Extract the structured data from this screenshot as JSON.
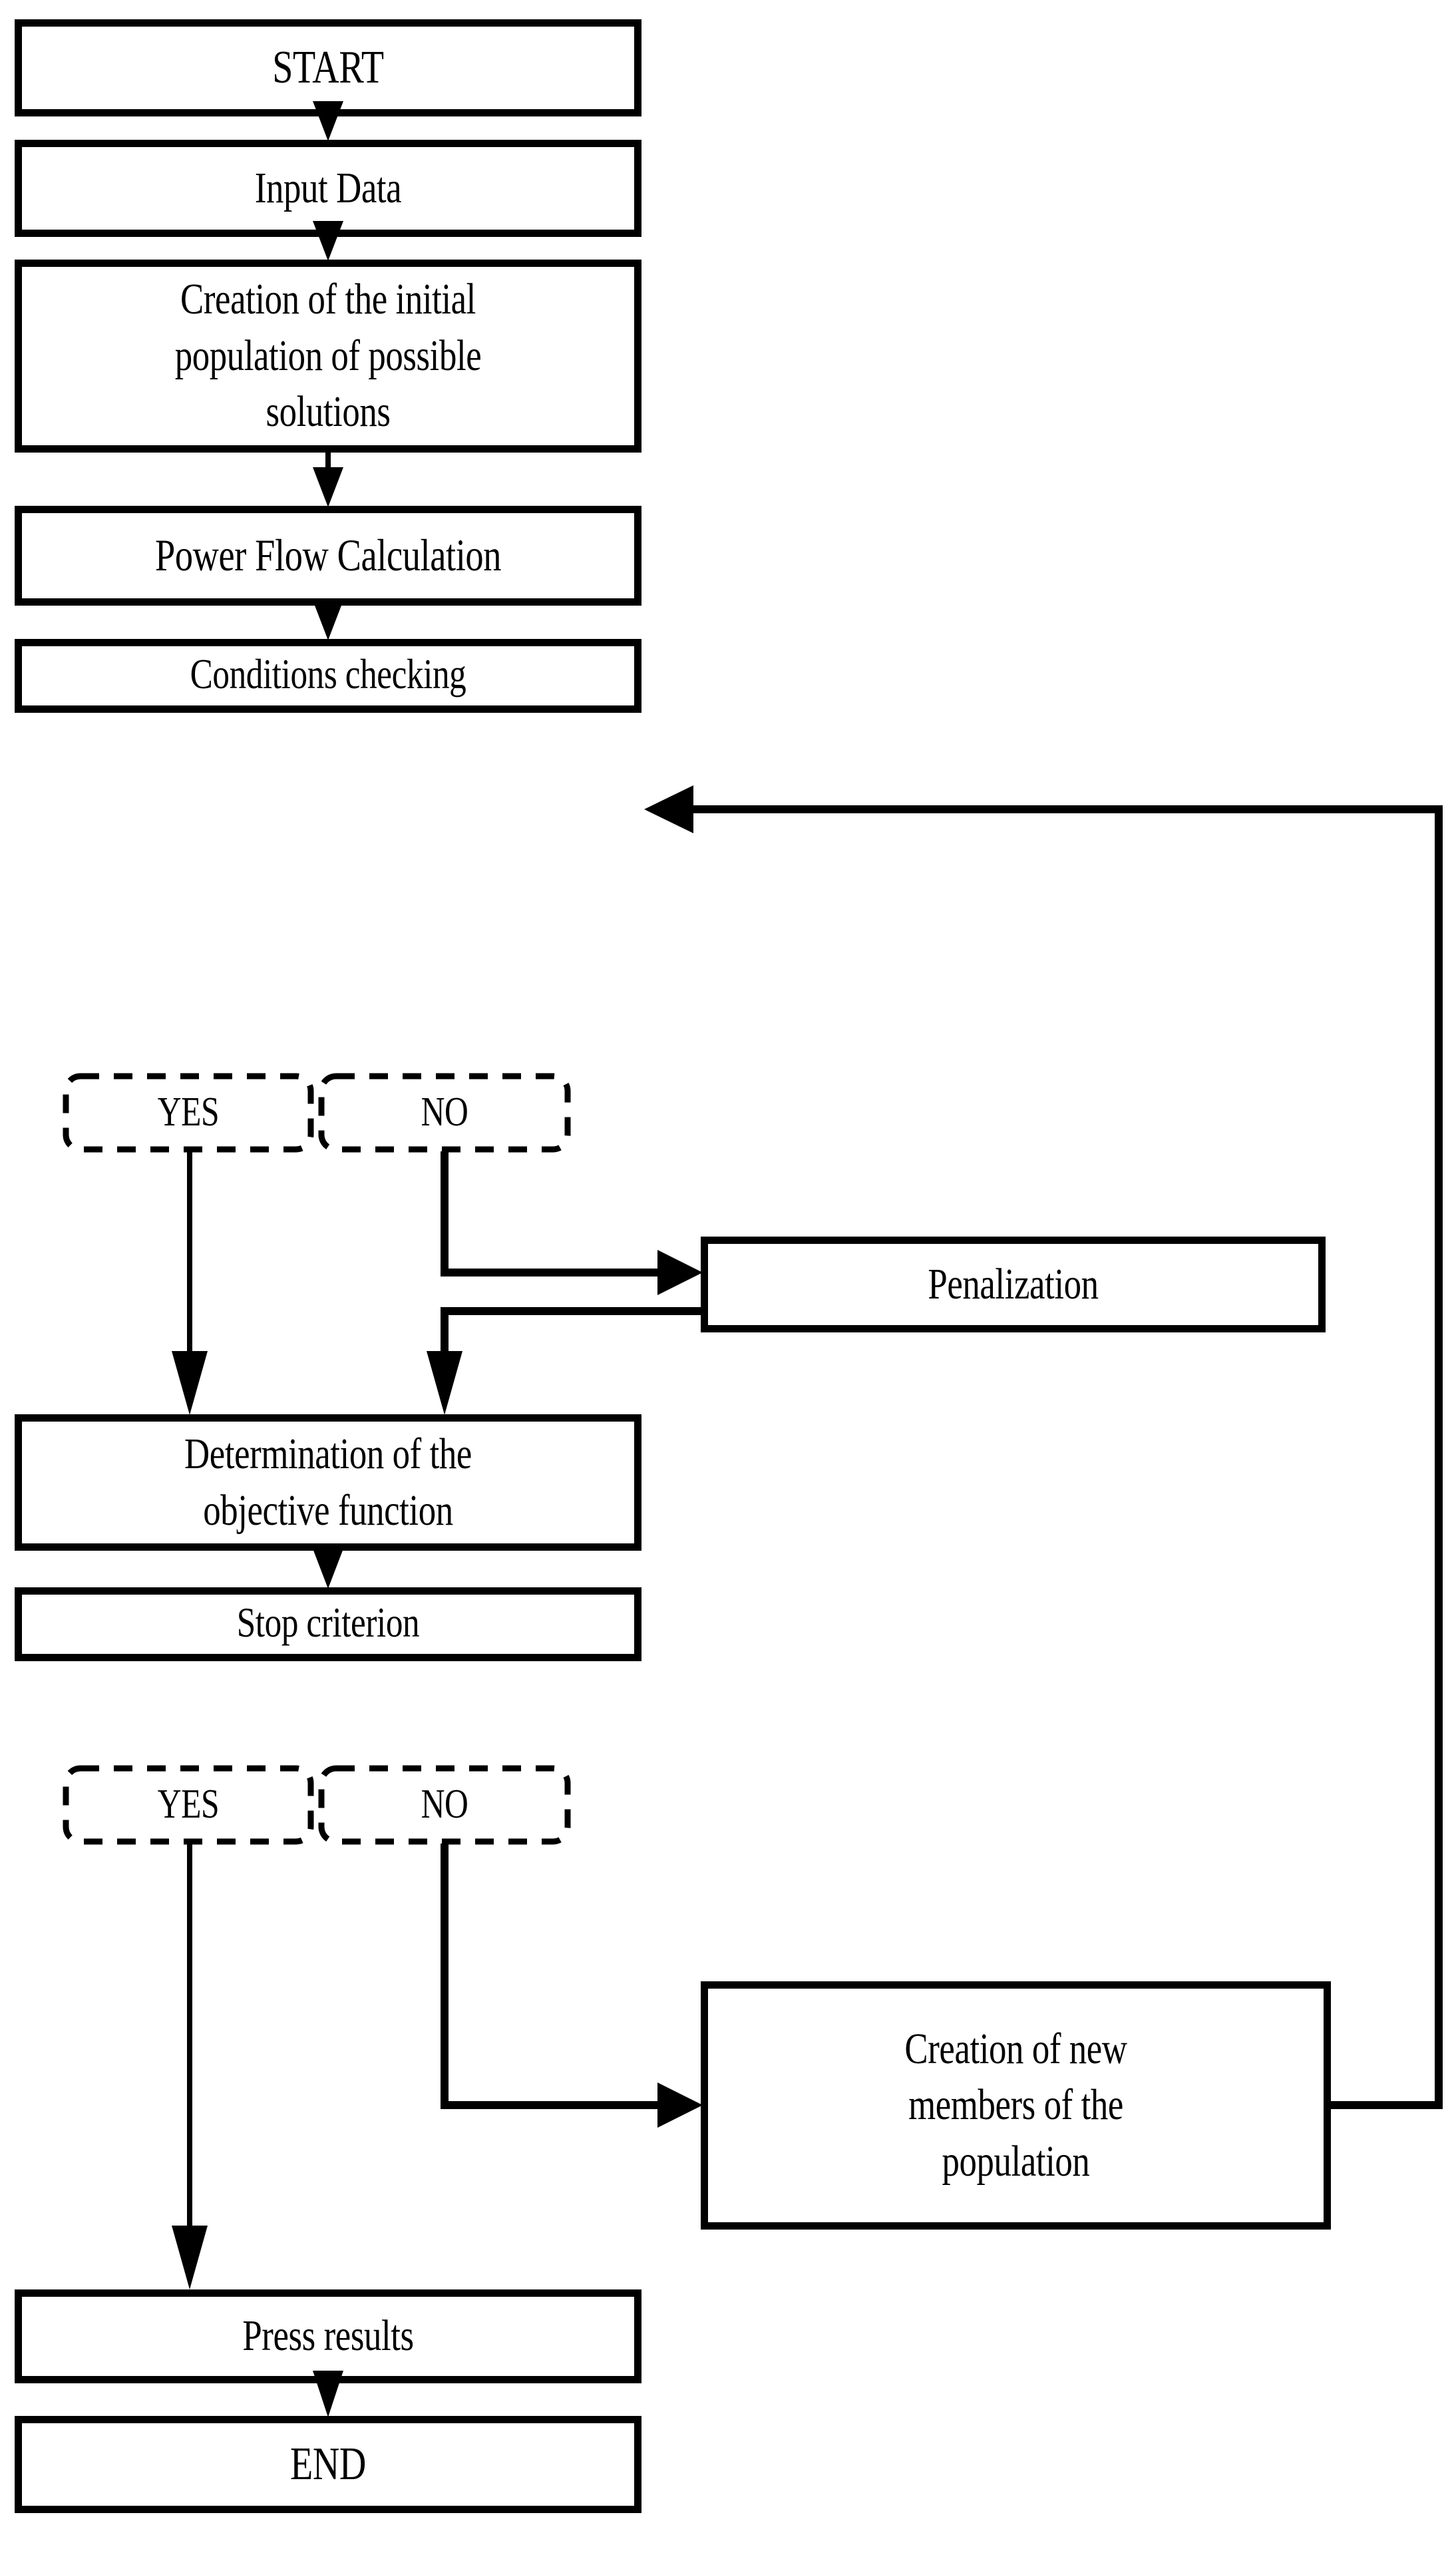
{
  "diagram": {
    "title": "Genetic algorithm optimization flowchart",
    "type": "flowchart",
    "colors": {
      "stroke": "#000000",
      "fill": "#ffffff",
      "text": "#000000"
    },
    "nodes": [
      {
        "id": "start",
        "label": "START",
        "shape": "process",
        "style": "solid"
      },
      {
        "id": "input",
        "label": "Input Data",
        "shape": "process",
        "style": "solid"
      },
      {
        "id": "init-pop",
        "label": "Creation of the initial\npopulation of possible\nsolutions",
        "shape": "process",
        "style": "solid"
      },
      {
        "id": "power-flow",
        "label": "Power Flow Calculation",
        "shape": "process",
        "style": "solid"
      },
      {
        "id": "conditions",
        "label": "Conditions checking",
        "shape": "decision",
        "style": "solid"
      },
      {
        "id": "cond-yes",
        "label": "YES",
        "shape": "branch",
        "style": "dashed"
      },
      {
        "id": "cond-no",
        "label": "NO",
        "shape": "branch",
        "style": "dashed"
      },
      {
        "id": "penalization",
        "label": "Penalization",
        "shape": "process",
        "style": "solid"
      },
      {
        "id": "objective",
        "label": "Determination of the\nobjective function",
        "shape": "process",
        "style": "solid"
      },
      {
        "id": "stop-crit",
        "label": "Stop criterion",
        "shape": "decision",
        "style": "solid"
      },
      {
        "id": "stop-yes",
        "label": "YES",
        "shape": "branch",
        "style": "dashed"
      },
      {
        "id": "stop-no",
        "label": "NO",
        "shape": "branch",
        "style": "dashed"
      },
      {
        "id": "new-members",
        "label": "Creation of new\nmembers of the\npopulation",
        "shape": "process",
        "style": "solid"
      },
      {
        "id": "press",
        "label": "Press results",
        "shape": "process",
        "style": "solid"
      },
      {
        "id": "end",
        "label": "END",
        "shape": "process",
        "style": "solid"
      }
    ],
    "edges": [
      {
        "from": "start",
        "to": "input",
        "arrow": true,
        "label": ""
      },
      {
        "from": "input",
        "to": "init-pop",
        "arrow": true,
        "label": ""
      },
      {
        "from": "init-pop",
        "to": "power-flow",
        "arrow": true,
        "label": ""
      },
      {
        "from": "power-flow",
        "to": "conditions",
        "arrow": true,
        "label": ""
      },
      {
        "from": "cond-yes",
        "to": "objective",
        "arrow": true,
        "label": ""
      },
      {
        "from": "cond-no",
        "to": "penalization",
        "arrow": true,
        "label": ""
      },
      {
        "from": "penalization",
        "to": "objective",
        "arrow": true,
        "label": ""
      },
      {
        "from": "objective",
        "to": "stop-crit",
        "arrow": true,
        "label": ""
      },
      {
        "from": "stop-yes",
        "to": "press",
        "arrow": true,
        "label": ""
      },
      {
        "from": "stop-no",
        "to": "new-members",
        "arrow": true,
        "label": ""
      },
      {
        "from": "new-members",
        "to": "power-flow",
        "arrow": true,
        "label": ""
      },
      {
        "from": "press",
        "to": "end",
        "arrow": true,
        "label": ""
      }
    ]
  }
}
